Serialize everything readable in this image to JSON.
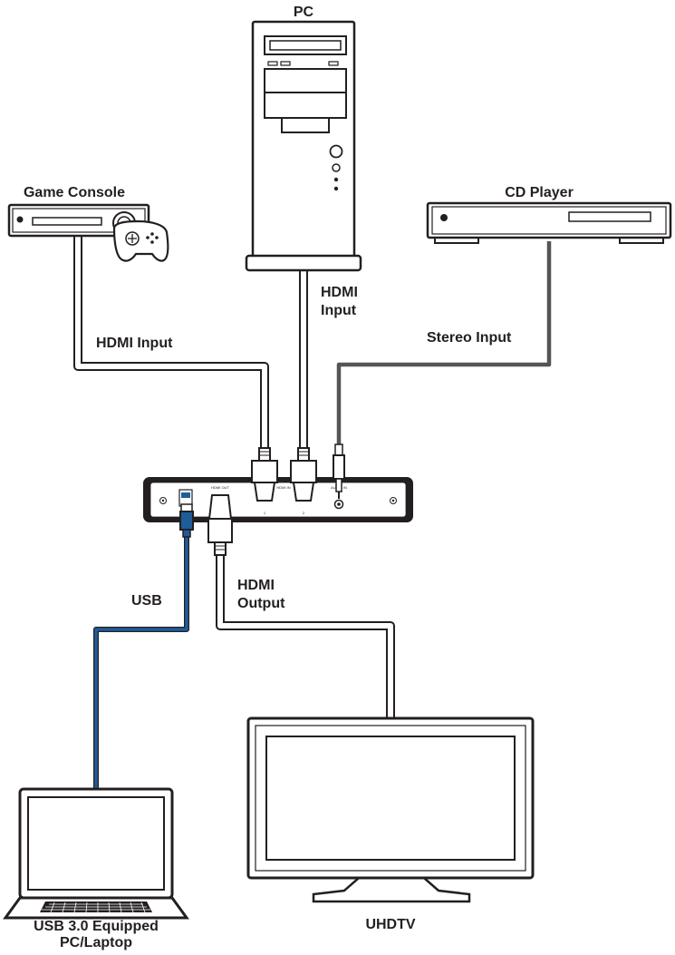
{
  "labels": {
    "pc": "PC",
    "game_console": "Game Console",
    "cd_player": "CD Player",
    "hdmi_input_left": "HDMI Input",
    "hdmi_input_pc_line1": "HDMI",
    "hdmi_input_pc_line2": "Input",
    "stereo_input": "Stereo Input",
    "usb": "USB",
    "hdmi_output_line1": "HDMI",
    "hdmi_output_line2": "Output",
    "laptop_line1": "USB 3.0 Equipped",
    "laptop_line2": "PC/Laptop",
    "uhdtv": "UHDTV"
  },
  "device_panel": {
    "hdmi_out": "HDMI OUT",
    "hdmi_in": "HDMI IN",
    "audio_in": "AUDIO IN",
    "port_1": "1",
    "port_2": "2"
  },
  "colors": {
    "outline": "#231f20",
    "usb_cable": "#1f5d99",
    "audio_cable": "#555555"
  }
}
